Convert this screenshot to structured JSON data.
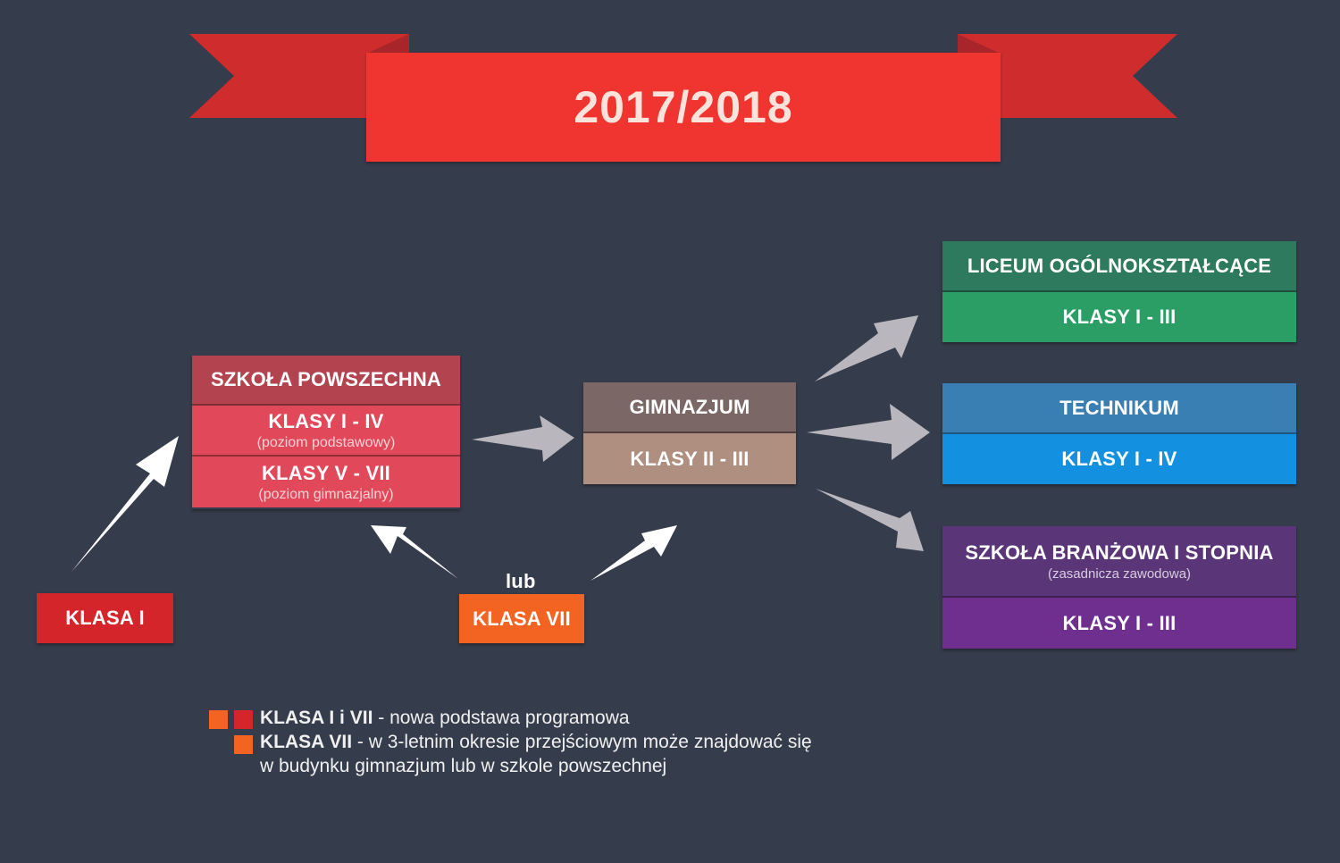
{
  "banner": {
    "title": "2017/2018",
    "color": "#f0342f",
    "tail_color": "#cf2d2d"
  },
  "background": "#353c4b",
  "szkola_powszechna": {
    "title": "SZKOŁA POWSZECHNA",
    "rows": [
      {
        "label": "KLASY I - IV",
        "note": "(poziom podstawowy)"
      },
      {
        "label": "KLASY V - VII",
        "note": "(poziom gimnazjalny)"
      }
    ],
    "colors": {
      "header": "#b3444f",
      "body": "#e1485a"
    }
  },
  "gimnazjum": {
    "title": "GIMNAZJUM",
    "rows": [
      {
        "label": "KLASY II - III"
      }
    ],
    "colors": {
      "header": "#7b6766",
      "body": "#ae8f80"
    }
  },
  "liceum": {
    "title": "LICEUM OGÓLNOKSZTAŁCĄCE",
    "rows": [
      {
        "label": "KLASY I - III"
      }
    ],
    "colors": {
      "header": "#2d7a5e",
      "body": "#2a9e64"
    }
  },
  "technikum": {
    "title": "TECHNIKUM",
    "rows": [
      {
        "label": "KLASY I - IV"
      }
    ],
    "colors": {
      "header": "#3a7fb4",
      "body": "#1490e0"
    }
  },
  "branzowa": {
    "title": "SZKOŁA BRANŻOWA I STOPNIA",
    "subtitle": "(zasadnicza zawodowa)",
    "rows": [
      {
        "label": "KLASY I - III"
      }
    ],
    "colors": {
      "header": "#5a3577",
      "body": "#6e2f8f"
    }
  },
  "klasa_i": {
    "label": "KLASA I",
    "color": "#d3252a"
  },
  "klasa_vii": {
    "label": "KLASA VII",
    "color": "#f36321"
  },
  "connector_label": "lub",
  "legend": {
    "items": [
      {
        "bold": "KLASA I i VII",
        "text": " - nowa podstawa programowa",
        "swatches": [
          "#f36321",
          "#d3252a"
        ]
      },
      {
        "bold": "KLASA VII",
        "text": " - w 3-letnim okresie przejściowym może znajdować się",
        "text2": "w budynku gimnazjum lub w szkole powszechnej",
        "swatches": [
          "#f36321"
        ]
      }
    ]
  }
}
